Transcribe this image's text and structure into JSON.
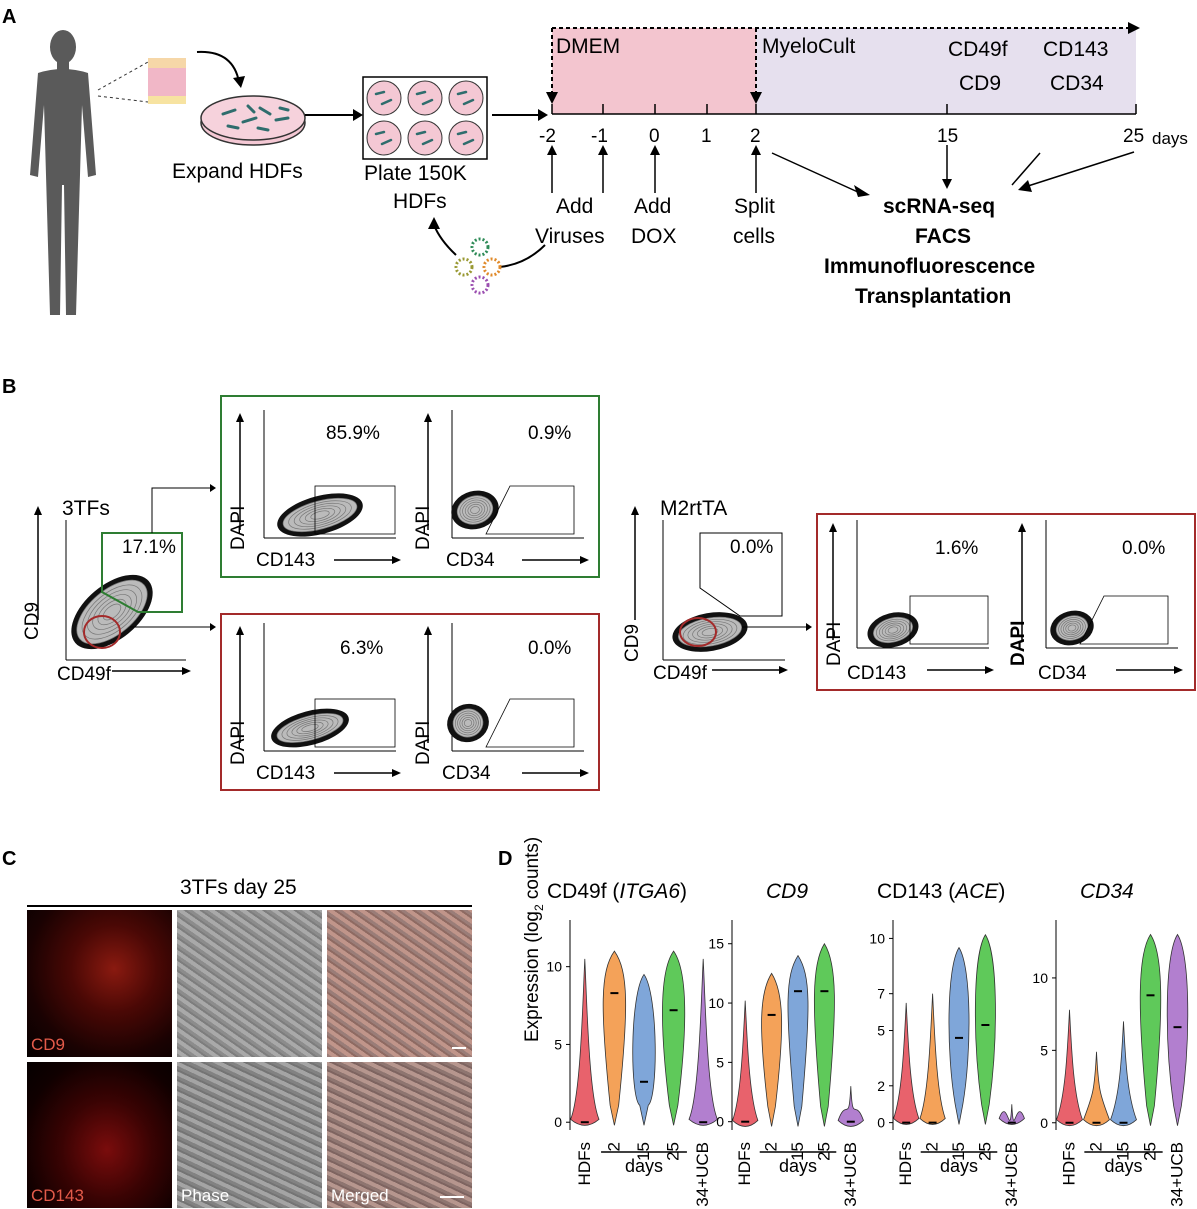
{
  "panels": {
    "A": "A",
    "B": "B",
    "C": "C",
    "D": "D"
  },
  "panelA": {
    "expand": "Expand HDFs",
    "plate1": "Plate 150K",
    "plate2": "HDFs",
    "media1": "DMEM",
    "media2": "MyeloCult",
    "markers": [
      "CD49f",
      "CD143",
      "CD9",
      "CD34"
    ],
    "ticks": [
      "-2",
      "-1",
      "0",
      "1",
      "2",
      "15",
      "25"
    ],
    "days": "days",
    "steps": [
      {
        "l1": "Add",
        "l2": "Viruses"
      },
      {
        "l1": "Add",
        "l2": "DOX"
      },
      {
        "l1": "Split",
        "l2": "cells"
      }
    ],
    "readouts": [
      "scRNA-seq",
      "FACS",
      "Immunofluorescence",
      "Transplantation"
    ]
  },
  "panelB": {
    "left_title": "3TFs",
    "left_gate": "17.1%",
    "right_title": "M2rtTA",
    "right_gate": "0.0%",
    "ax_cd9": "CD9",
    "ax_cd49f": "CD49f",
    "ax_dapi": "DAPI",
    "ax_cd143": "CD143",
    "ax_cd34": "CD34",
    "green": [
      "85.9%",
      "0.9%"
    ],
    "red": [
      "6.3%",
      "0.0%"
    ],
    "m2": [
      "1.6%",
      "0.0%"
    ]
  },
  "panelC": {
    "title": "3TFs day 25",
    "labels": [
      "CD9",
      "CD143",
      "Phase",
      "Merged"
    ]
  },
  "panelD": {
    "ylabel": "Expression (log",
    "ylabel_sub": "2",
    "ylabel_end": " counts)",
    "xcats": [
      "HDFs",
      "2",
      "15",
      "25",
      "34+UCB"
    ],
    "days": "days"
  },
  "colors": {
    "hdfs": "#e8626c",
    "d2": "#f4a259",
    "d15": "#7fa6d9",
    "d25": "#5fc95a",
    "ucb": "#b27fcf",
    "dmem": "#f3c5cf",
    "myelo": "#e6e0ee",
    "green": "#2e7d32",
    "red": "#a32a2a"
  },
  "chart_data": [
    {
      "type": "violin",
      "title": "CD49f (ITGA6)",
      "categories": [
        "HDFs",
        "2",
        "15",
        "25",
        "34+UCB"
      ],
      "medians": [
        0,
        8.3,
        2.6,
        7.2,
        0
      ],
      "max": [
        10.5,
        11,
        9.5,
        11,
        10.5
      ],
      "yticks": [
        0,
        5,
        10
      ],
      "ylim": [
        -0.5,
        13
      ]
    },
    {
      "type": "violin",
      "title": "CD9",
      "categories": [
        "HDFs",
        "2",
        "15",
        "25",
        "34+UCB"
      ],
      "medians": [
        0,
        9,
        11,
        11,
        0
      ],
      "max": [
        10.2,
        12.5,
        14,
        15,
        3
      ],
      "yticks": [
        0,
        5,
        10,
        15
      ],
      "ylim": [
        -0.7,
        17
      ]
    },
    {
      "type": "violin",
      "title": "CD143 (ACE)",
      "categories": [
        "HDFs",
        "2",
        "15",
        "25",
        "34+UCB"
      ],
      "medians": [
        0,
        0,
        4.6,
        5.3,
        0
      ],
      "max": [
        6.5,
        7,
        9.5,
        10.2,
        1
      ],
      "yticks": [
        0,
        2,
        5,
        7,
        10
      ],
      "ylim": [
        -0.4,
        11
      ]
    },
    {
      "type": "violin",
      "title": "CD34",
      "categories": [
        "HDFs",
        "2",
        "15",
        "25",
        "34+UCB"
      ],
      "medians": [
        0,
        0,
        0,
        8.8,
        6.6
      ],
      "max": [
        7.8,
        4.9,
        7,
        13,
        13
      ],
      "yticks": [
        0,
        5,
        10
      ],
      "ylim": [
        -0.5,
        14
      ]
    }
  ]
}
